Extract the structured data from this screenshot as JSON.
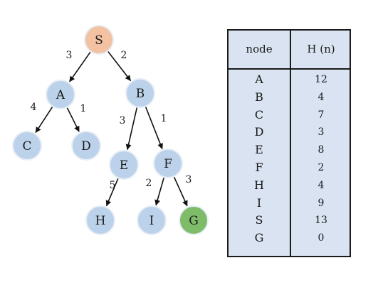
{
  "colors": {
    "start_node": "#f2c2a2",
    "regular_node": "#bcd2ea",
    "goal_node": "#7fbc6a",
    "table_bg": "#d9e3f2"
  },
  "tree": {
    "nodes": [
      {
        "id": "S",
        "label": "S",
        "type": "start"
      },
      {
        "id": "A",
        "label": "A",
        "type": "regular"
      },
      {
        "id": "B",
        "label": "B",
        "type": "regular"
      },
      {
        "id": "C",
        "label": "C",
        "type": "regular"
      },
      {
        "id": "D",
        "label": "D",
        "type": "regular"
      },
      {
        "id": "E",
        "label": "E",
        "type": "regular"
      },
      {
        "id": "F",
        "label": "F",
        "type": "regular"
      },
      {
        "id": "H",
        "label": "H",
        "type": "regular"
      },
      {
        "id": "I",
        "label": "I",
        "type": "regular"
      },
      {
        "id": "G",
        "label": "G",
        "type": "goal"
      }
    ],
    "edges": [
      {
        "from": "S",
        "to": "A",
        "cost": "3"
      },
      {
        "from": "S",
        "to": "B",
        "cost": "2"
      },
      {
        "from": "A",
        "to": "C",
        "cost": "4"
      },
      {
        "from": "A",
        "to": "D",
        "cost": "1"
      },
      {
        "from": "B",
        "to": "E",
        "cost": "3"
      },
      {
        "from": "B",
        "to": "F",
        "cost": "1"
      },
      {
        "from": "E",
        "to": "H",
        "cost": "5"
      },
      {
        "from": "F",
        "to": "I",
        "cost": "2"
      },
      {
        "from": "F",
        "to": "G",
        "cost": "3"
      }
    ]
  },
  "table": {
    "headers": [
      "node",
      "H (n)"
    ],
    "rows": [
      [
        "A",
        "12"
      ],
      [
        "B",
        "4"
      ],
      [
        "C",
        "7"
      ],
      [
        "D",
        "3"
      ],
      [
        "E",
        "8"
      ],
      [
        "F",
        "2"
      ],
      [
        "H",
        "4"
      ],
      [
        "I",
        "9"
      ],
      [
        "S",
        "13"
      ],
      [
        "G",
        "0"
      ]
    ]
  }
}
